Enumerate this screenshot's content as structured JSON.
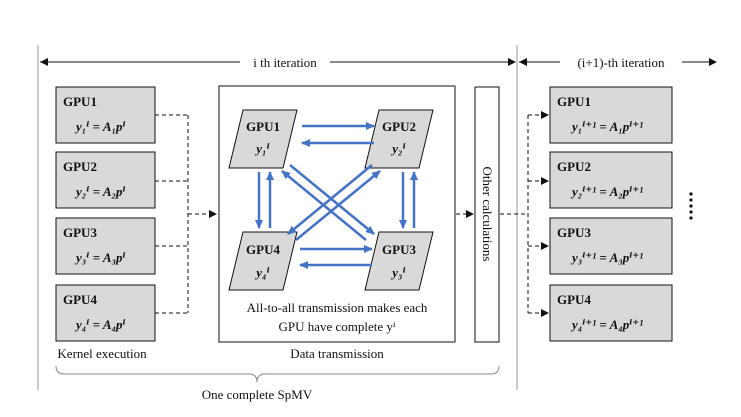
{
  "header": {
    "iter_left": "i th iteration",
    "iter_right": "(i+1)-th iteration"
  },
  "left_gpus": [
    {
      "name": "GPU1",
      "eq": "y₁ⁱ = A₁pⁱ"
    },
    {
      "name": "GPU2",
      "eq": "y₂ⁱ = A₂pⁱ"
    },
    {
      "name": "GPU3",
      "eq": "y₃ⁱ = A₃pⁱ"
    },
    {
      "name": "GPU4",
      "eq": "y₄ⁱ = A₄pⁱ"
    }
  ],
  "center_gpus": [
    {
      "name": "GPU1",
      "eq": "y₁ⁱ"
    },
    {
      "name": "GPU2",
      "eq": "y₂ⁱ"
    },
    {
      "name": "GPU4",
      "eq": "y₄ⁱ"
    },
    {
      "name": "GPU3",
      "eq": "y₃ⁱ"
    }
  ],
  "center_caption": [
    "All-to-all transmission makes each",
    "GPU have complete yⁱ"
  ],
  "other_calc": "Other calculations",
  "right_gpus": [
    {
      "name": "GPU1",
      "eq": "y₁ⁱ⁺¹ = A₁pⁱ⁺¹"
    },
    {
      "name": "GPU2",
      "eq": "y₂ⁱ⁺¹ = A₂pⁱ⁺¹"
    },
    {
      "name": "GPU3",
      "eq": "y₃ⁱ⁺¹ = A₃pⁱ⁺¹"
    },
    {
      "name": "GPU4",
      "eq": "y₄ⁱ⁺¹ = A₄pⁱ⁺¹"
    }
  ],
  "labels": {
    "kernel": "Kernel execution",
    "data": "Data transmission",
    "spmv": "One complete SpMV",
    "ellipsis": "⋮"
  },
  "colors": {
    "box_fill": "#d9d9d9",
    "arrow_blue": "#4472c4",
    "line": "#111111"
  }
}
